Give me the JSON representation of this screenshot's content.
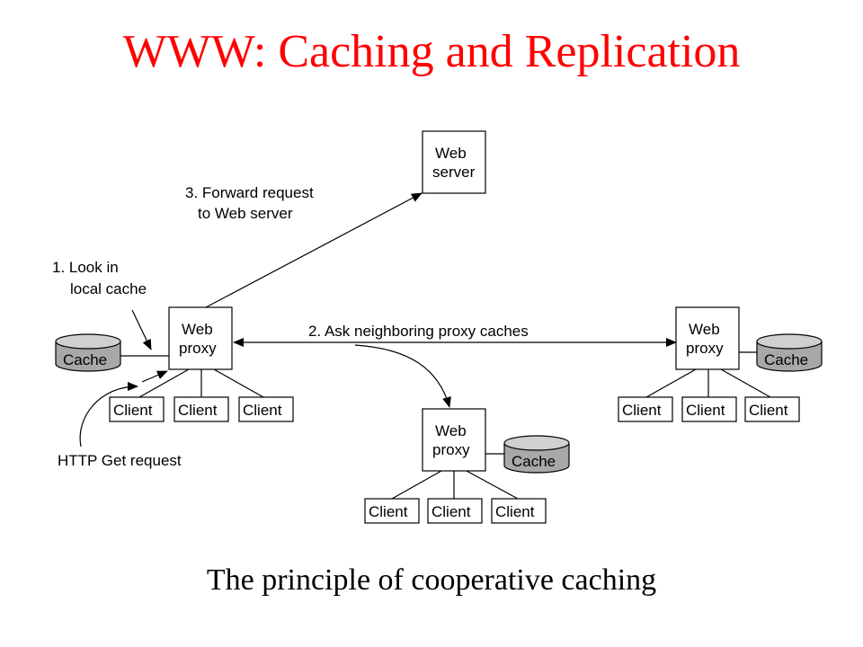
{
  "slide": {
    "title": "WWW: Caching and Replication",
    "caption": "The principle of cooperative caching"
  },
  "diagram": {
    "web_server": {
      "line1": "Web",
      "line2": "server"
    },
    "proxy": {
      "line1": "Web",
      "line2": "proxy"
    },
    "cache_label": "Cache",
    "client_label": "Client",
    "annotations": {
      "step1_line1": "1. Look in",
      "step1_line2": "local cache",
      "step2": "2. Ask neighboring proxy caches",
      "step3_line1": "3. Forward request",
      "step3_line2": "to Web server",
      "http_get": "HTTP Get request"
    }
  }
}
